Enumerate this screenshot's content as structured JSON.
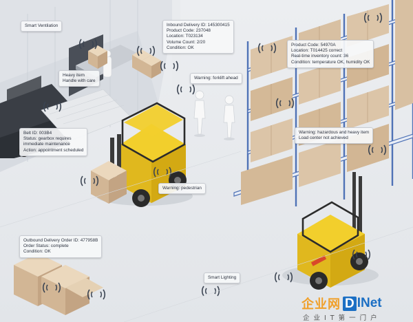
{
  "callouts": {
    "smart_ventilation": "Smart Ventilation",
    "heavy_item": [
      "Heavy item",
      "Handle with care"
    ],
    "inbound_delivery": [
      "Inbound Delivery ID: 145300415",
      "Product Code: 237048",
      "Location: T023134",
      "Volume Count: 2/20",
      "Condition: OK"
    ],
    "warning_forklift": "Warning: forklift ahead",
    "product_code": [
      "Product Code: 54970A",
      "Location: T014425 correct",
      "Real-time inventory count: 36",
      "Condition: temperature OK, humidity OK"
    ],
    "belt": [
      "Belt ID: 003B4",
      "Status: gearbox requires",
      "immediate maintenance",
      "Action: appointment scheduled"
    ],
    "warning_hazardous": [
      "Warning: hazardous and heavy item",
      "Load center not achieved"
    ],
    "warning_pedestrian": "Warning: pedestrian",
    "outbound_delivery": [
      "Outbound Delivery Order ID: 477958B",
      "Order Status: complete",
      "Condition: OK"
    ],
    "smart_lighting": "Smart Lighting"
  },
  "logo": {
    "name_cn": "企业网",
    "name_d": "D",
    "name_net": "INet",
    "subtitle": "企业IT第一门户"
  },
  "colors": {
    "forklift_yellow": "#f2cf2c",
    "pallet_tan": "#dcc5a8",
    "rack_blue": "#4f72b6",
    "signal_dark": "#3b4452",
    "logo_orange": "#f0a02a",
    "logo_blue": "#1b6fc4"
  }
}
